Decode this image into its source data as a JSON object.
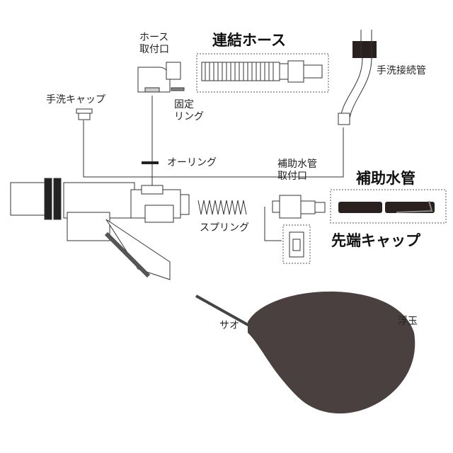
{
  "labels": {
    "hose_mount": [
      "ホース",
      "取付口"
    ],
    "connecting_hose": "連結ホース",
    "handwash_pipe": "手洗接続管",
    "handwash_cap": "手洗キャップ",
    "fixing_ring": [
      "固定",
      "リング"
    ],
    "o_ring": "オーリング",
    "aux_pipe_mount": [
      "補助水管",
      "取付口"
    ],
    "aux_pipe": "補助水管",
    "spring": "スプリング",
    "tip_cap": "先端キャップ",
    "rod": "サオ",
    "float_ball": "浮玉"
  },
  "colors": {
    "line": "#333333",
    "dark": "#2a2020",
    "float": "#4a4040"
  }
}
